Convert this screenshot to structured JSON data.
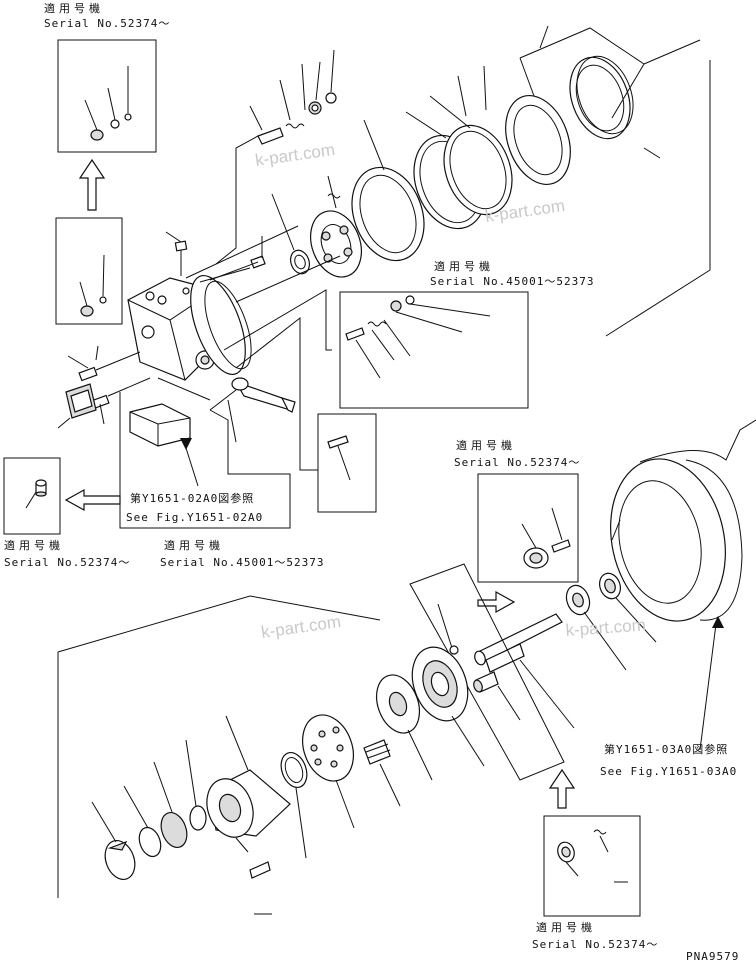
{
  "labels": {
    "applicable_jp": "適用号機",
    "serial_52374": "Serial No.52374～",
    "serial_45001": "Serial No.45001～52373",
    "fig_02a0_jp": "第Y1651-02A0図参照",
    "fig_02a0_en": "See Fig.Y1651-02A0",
    "fig_03a0_jp": "第Y1651-03A0図参照",
    "fig_03a0_en": "See Fig.Y1651-03A0",
    "drawing_code": "PNA9579"
  },
  "watermarks": [
    "k-part.com",
    "k-part.com",
    "k-part.com",
    "k-part.com"
  ],
  "colors": {
    "line": "#111111",
    "fill_gray": "#dcdcdc",
    "watermark": "#c9c9c9"
  }
}
